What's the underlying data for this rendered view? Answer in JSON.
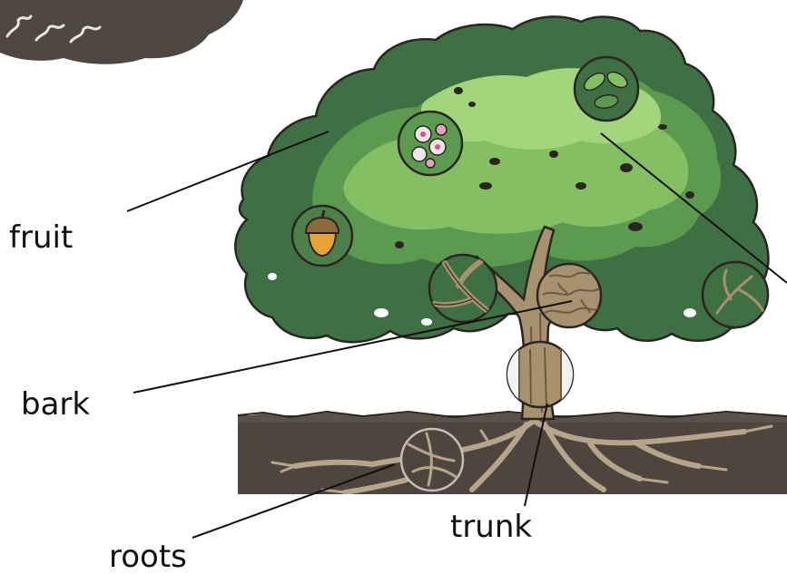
{
  "labels": {
    "fruit": "fruit",
    "bark": "bark",
    "roots": "roots",
    "trunk": "trunk"
  },
  "colors": {
    "canopy_dark": "#3f7043",
    "canopy_mid": "#5c9a50",
    "canopy_light": "#84bf64",
    "canopy_highlight": "#a3d57d",
    "soil": "#4d453e",
    "soil_top": "#5a524a",
    "trunk": "#a8916f",
    "trunk_dark": "#6b5a45",
    "root": "#b6a58b",
    "outline": "#2a2520",
    "cloud": "#4e4640",
    "leader_line": "#111111",
    "acorn": "#e8a23a"
  },
  "callouts": [
    {
      "name": "acorn-callout",
      "icon": "acorn-icon"
    },
    {
      "name": "blossom-callout",
      "icon": "blossom-icon"
    },
    {
      "name": "leaves-callout",
      "icon": "leaves-icon"
    },
    {
      "name": "branches-callout",
      "icon": "branches-icon"
    },
    {
      "name": "bark-texture-callout",
      "icon": "bark-texture-icon"
    },
    {
      "name": "trunk-section-callout",
      "icon": "trunk-section-icon"
    },
    {
      "name": "roots-callout",
      "icon": "roots-icon"
    },
    {
      "name": "twigs-callout",
      "icon": "twigs-icon"
    }
  ]
}
